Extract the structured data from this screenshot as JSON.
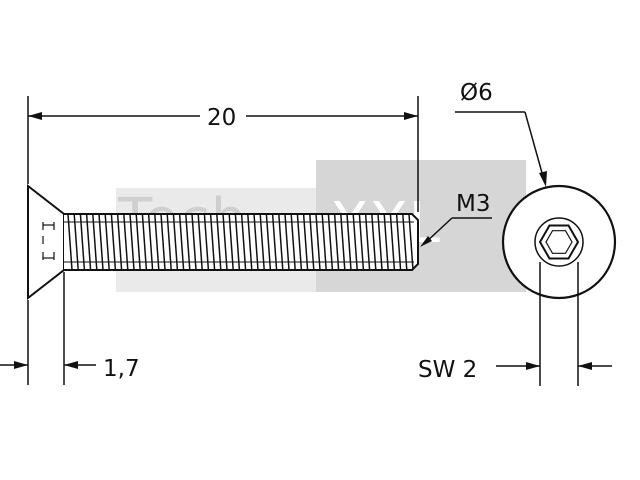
{
  "drawing": {
    "length_label": "20",
    "head_height_label": "1,7",
    "thread_label": "M3",
    "head_diameter_label": "Ø6",
    "wrench_size_label": "SW 2"
  },
  "watermark": {
    "part1": "Tech",
    "part2": "XXL",
    "color_dark": "#d6d6d6",
    "color_light": "#eaeaea"
  },
  "colors": {
    "line": "#111111",
    "background": "#ffffff"
  }
}
